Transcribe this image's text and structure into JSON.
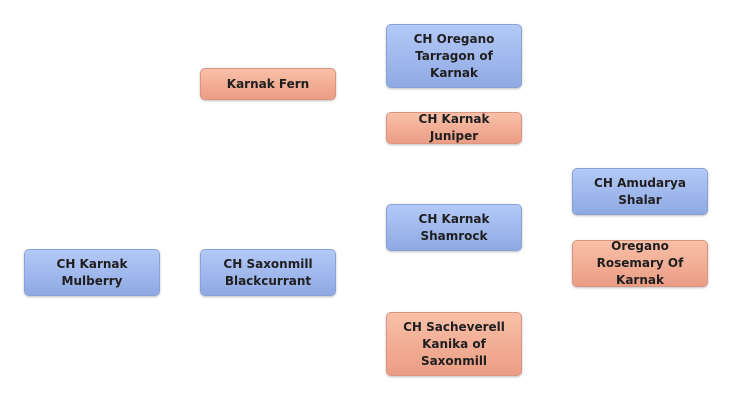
{
  "pedigree": {
    "subject": {
      "name": "CH Karnak Mulberry",
      "sex": "male"
    },
    "sire": {
      "name": "CH Saxonmill Blackcurrant",
      "sex": "male"
    },
    "dam": {
      "name": "Karnak Fern",
      "sex": "female"
    },
    "dam_sire": {
      "name": "CH Oregano Tarragon of Karnak",
      "sex": "male"
    },
    "dam_dam": {
      "name": "CH Karnak Juniper",
      "sex": "female"
    },
    "sire_sire": {
      "name": "CH Karnak Shamrock",
      "sex": "male"
    },
    "sire_dam": {
      "name": "CH Sacheverell Kanika of Saxonmill",
      "sex": "female"
    },
    "sire_sire_sire": {
      "name": "CH Amudarya Shalar",
      "sex": "male"
    },
    "sire_sire_dam": {
      "name": "Oregano Rosemary Of Karnak",
      "sex": "female"
    }
  },
  "colors": {
    "male": "#9fb6ea",
    "female": "#f2ae95"
  }
}
